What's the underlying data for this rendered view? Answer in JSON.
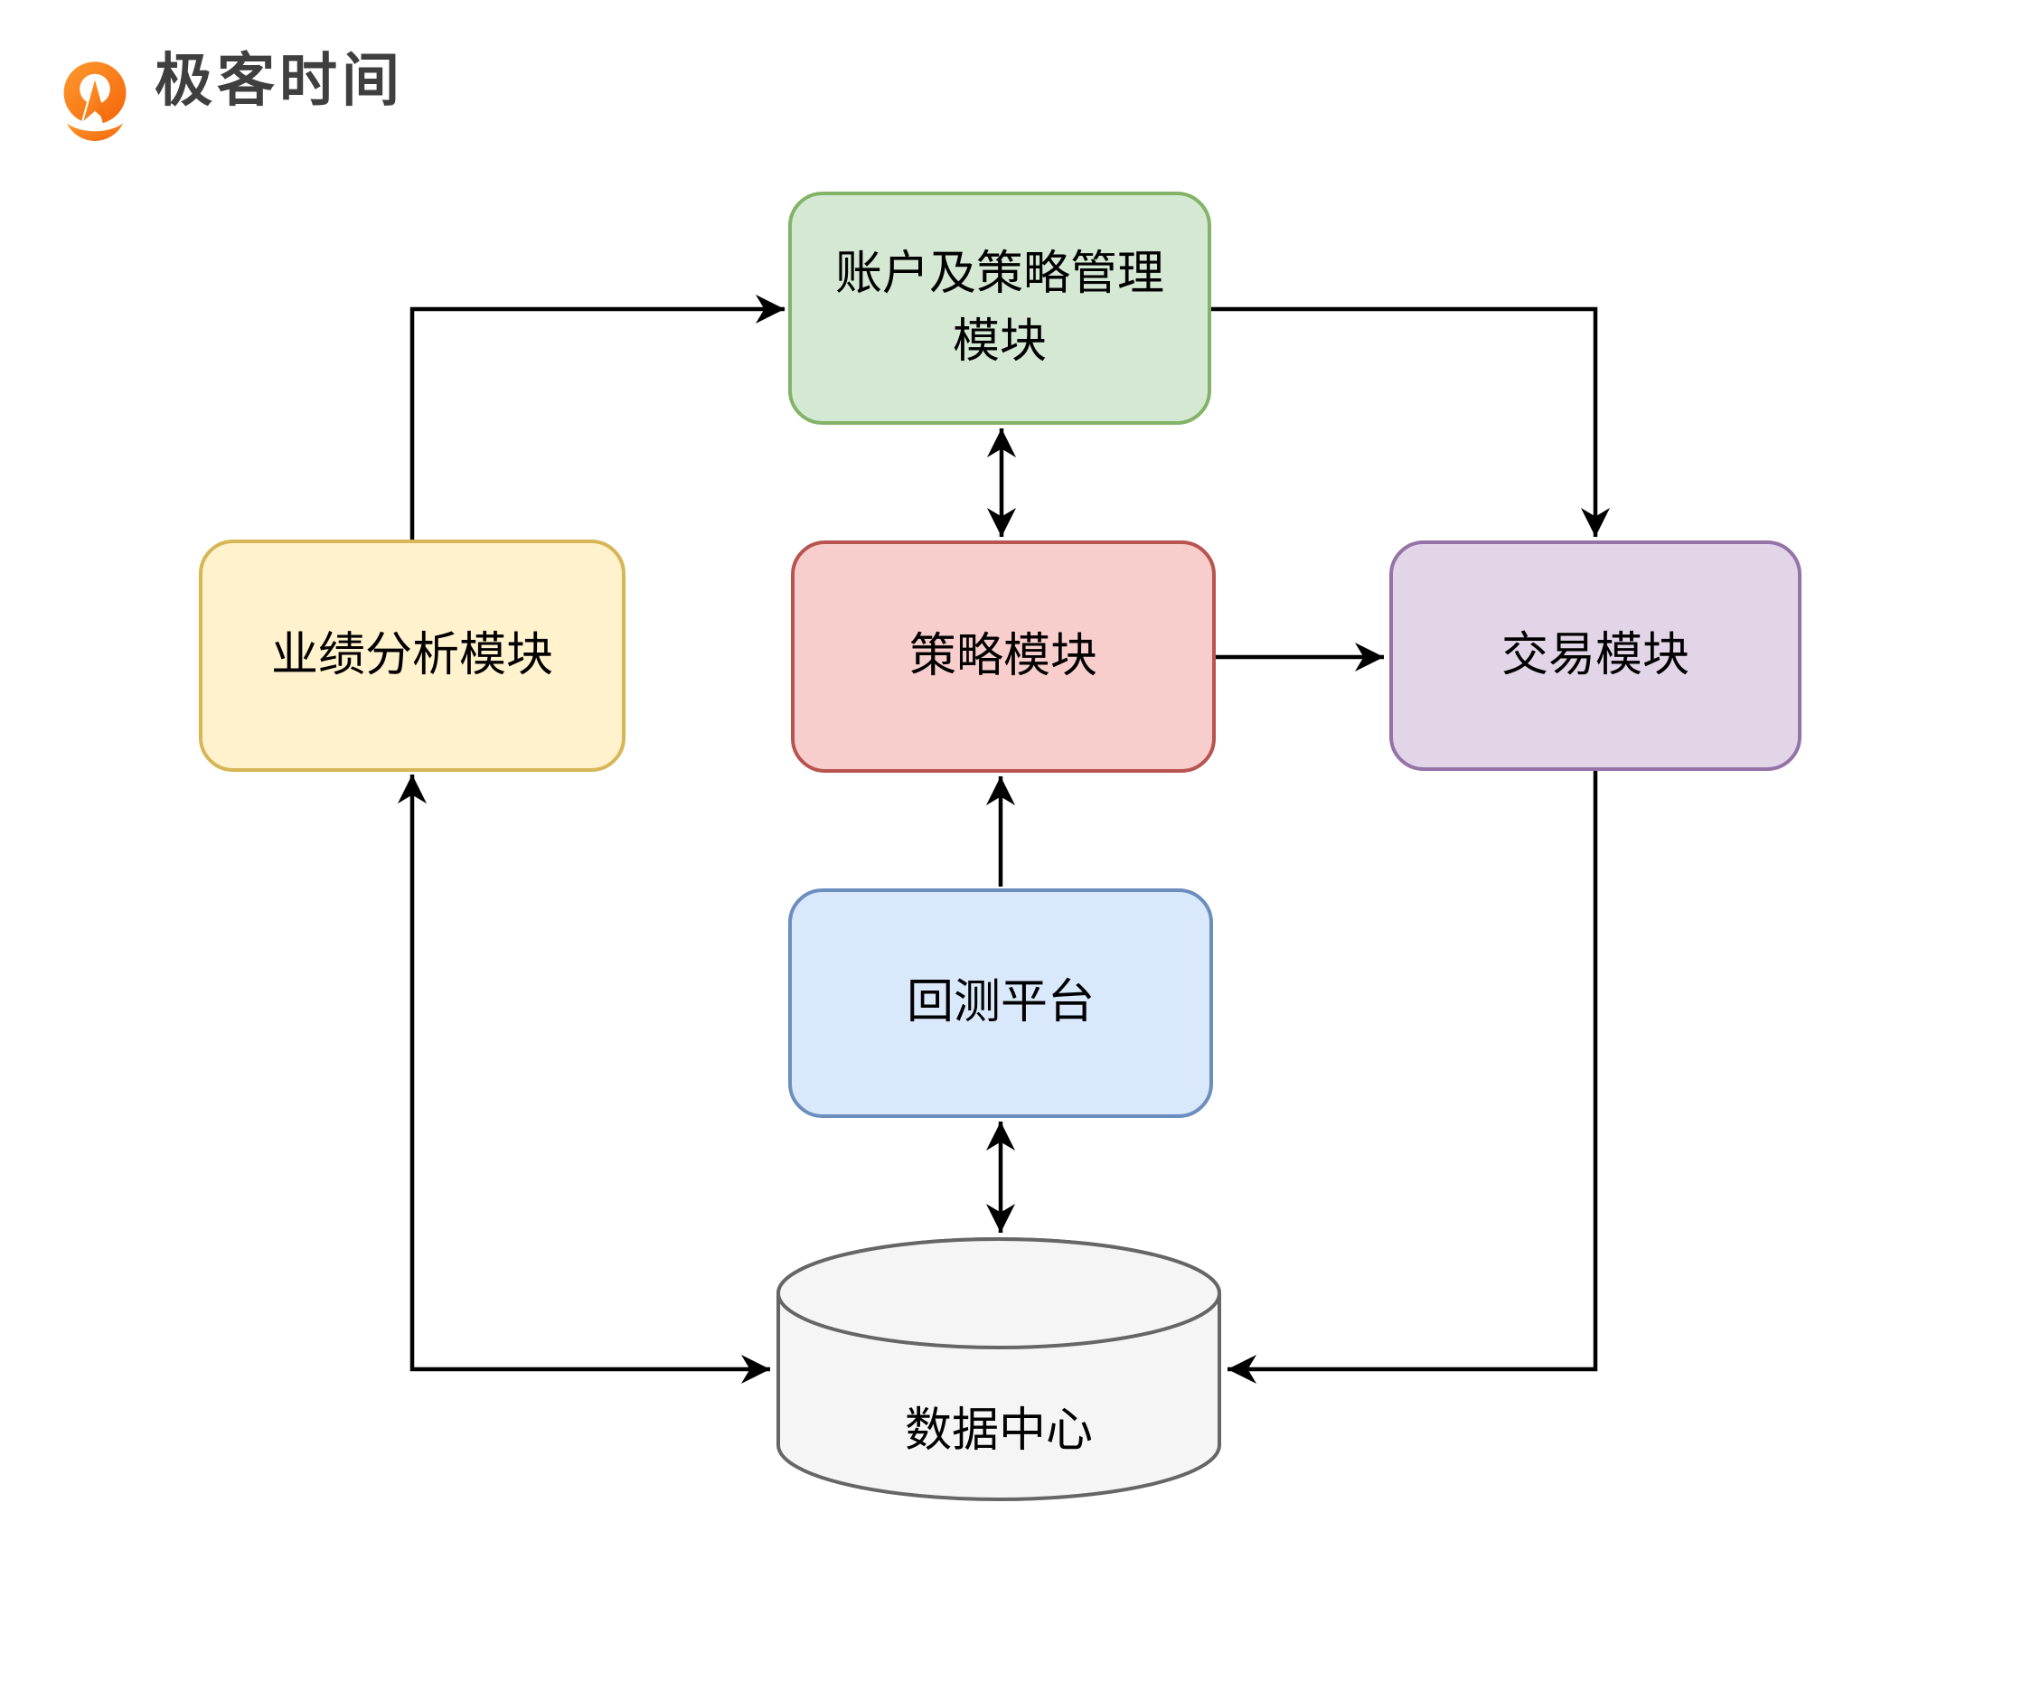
{
  "logo": {
    "brand_text": "极客时间",
    "icon": "geektime-logo-icon",
    "brand_orange": "#F96F10",
    "text_color": "#3F3F3F"
  },
  "diagram": {
    "background": "#FFFFFF",
    "line_color": "#000000",
    "nodes": {
      "account": {
        "label": "账户及策略管理模块",
        "lines": [
          "账户及策略管理",
          "模块"
        ],
        "fill": "#D5E8D4",
        "stroke": "#82B366",
        "shape": "rounded-rect"
      },
      "performance": {
        "label": "业绩分析模块",
        "lines": [
          "业绩分析模块"
        ],
        "fill": "#FFF2CC",
        "stroke": "#D6B656",
        "shape": "rounded-rect"
      },
      "strategy": {
        "label": "策略模块",
        "lines": [
          "策略模块"
        ],
        "fill": "#F8CECC",
        "stroke": "#B85450",
        "shape": "rounded-rect"
      },
      "trading": {
        "label": "交易模块",
        "lines": [
          "交易模块"
        ],
        "fill": "#E1D5E7",
        "stroke": "#9673A6",
        "shape": "rounded-rect"
      },
      "backtest": {
        "label": "回测平台",
        "lines": [
          "回测平台"
        ],
        "fill": "#DAE8FC",
        "stroke": "#6C8EBF",
        "shape": "rounded-rect"
      },
      "datacenter": {
        "label": "数据中心",
        "lines": [
          "数据中心"
        ],
        "fill": "#F5F5F5",
        "stroke": "#666666",
        "shape": "cylinder"
      }
    },
    "edges": [
      {
        "from": "performance",
        "to": "account",
        "arrows": "end"
      },
      {
        "from": "account",
        "to": "trading",
        "arrows": "end"
      },
      {
        "from": "account",
        "to": "strategy",
        "arrows": "both"
      },
      {
        "from": "strategy",
        "to": "trading",
        "arrows": "end"
      },
      {
        "from": "backtest",
        "to": "strategy",
        "arrows": "end"
      },
      {
        "from": "backtest",
        "to": "datacenter",
        "arrows": "both"
      },
      {
        "from": "trading",
        "to": "datacenter",
        "arrows": "end"
      },
      {
        "from": "performance",
        "to": "datacenter",
        "arrows": "both"
      }
    ]
  }
}
